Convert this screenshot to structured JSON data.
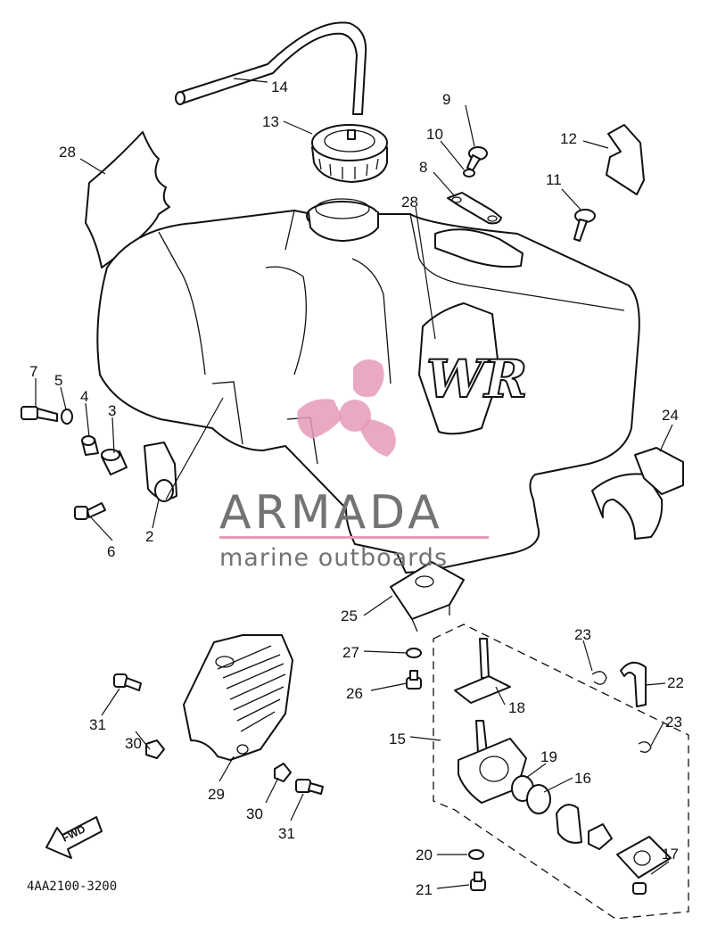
{
  "diagram": {
    "drawing_code": "4AA2100-3200",
    "fwd_arrow_label": "FWD",
    "tank_logo_text": "WR",
    "callouts": [
      {
        "id": "c2",
        "label": "2"
      },
      {
        "id": "c3",
        "label": "3"
      },
      {
        "id": "c4",
        "label": "4"
      },
      {
        "id": "c5",
        "label": "5"
      },
      {
        "id": "c6",
        "label": "6"
      },
      {
        "id": "c7",
        "label": "7"
      },
      {
        "id": "c8",
        "label": "8"
      },
      {
        "id": "c9",
        "label": "9"
      },
      {
        "id": "c10",
        "label": "10"
      },
      {
        "id": "c11",
        "label": "11"
      },
      {
        "id": "c12",
        "label": "12"
      },
      {
        "id": "c13",
        "label": "13"
      },
      {
        "id": "c14",
        "label": "14"
      },
      {
        "id": "c15",
        "label": "15"
      },
      {
        "id": "c16",
        "label": "16"
      },
      {
        "id": "c17",
        "label": "17"
      },
      {
        "id": "c18",
        "label": "18"
      },
      {
        "id": "c19",
        "label": "19"
      },
      {
        "id": "c20",
        "label": "20"
      },
      {
        "id": "c21",
        "label": "21"
      },
      {
        "id": "c22",
        "label": "22"
      },
      {
        "id": "c23a",
        "label": "23"
      },
      {
        "id": "c23b",
        "label": "23"
      },
      {
        "id": "c24",
        "label": "24"
      },
      {
        "id": "c25",
        "label": "25"
      },
      {
        "id": "c26",
        "label": "26"
      },
      {
        "id": "c27",
        "label": "27"
      },
      {
        "id": "c28a",
        "label": "28"
      },
      {
        "id": "c28b",
        "label": "28"
      },
      {
        "id": "c29",
        "label": "29"
      },
      {
        "id": "c30a",
        "label": "30"
      },
      {
        "id": "c30b",
        "label": "30"
      },
      {
        "id": "c31a",
        "label": "31"
      },
      {
        "id": "c31b",
        "label": "31"
      }
    ]
  },
  "watermark": {
    "brand": "ARMADA",
    "tagline": "marine outboards",
    "accent_color": "#e59ab9",
    "text_color": "#737373"
  }
}
